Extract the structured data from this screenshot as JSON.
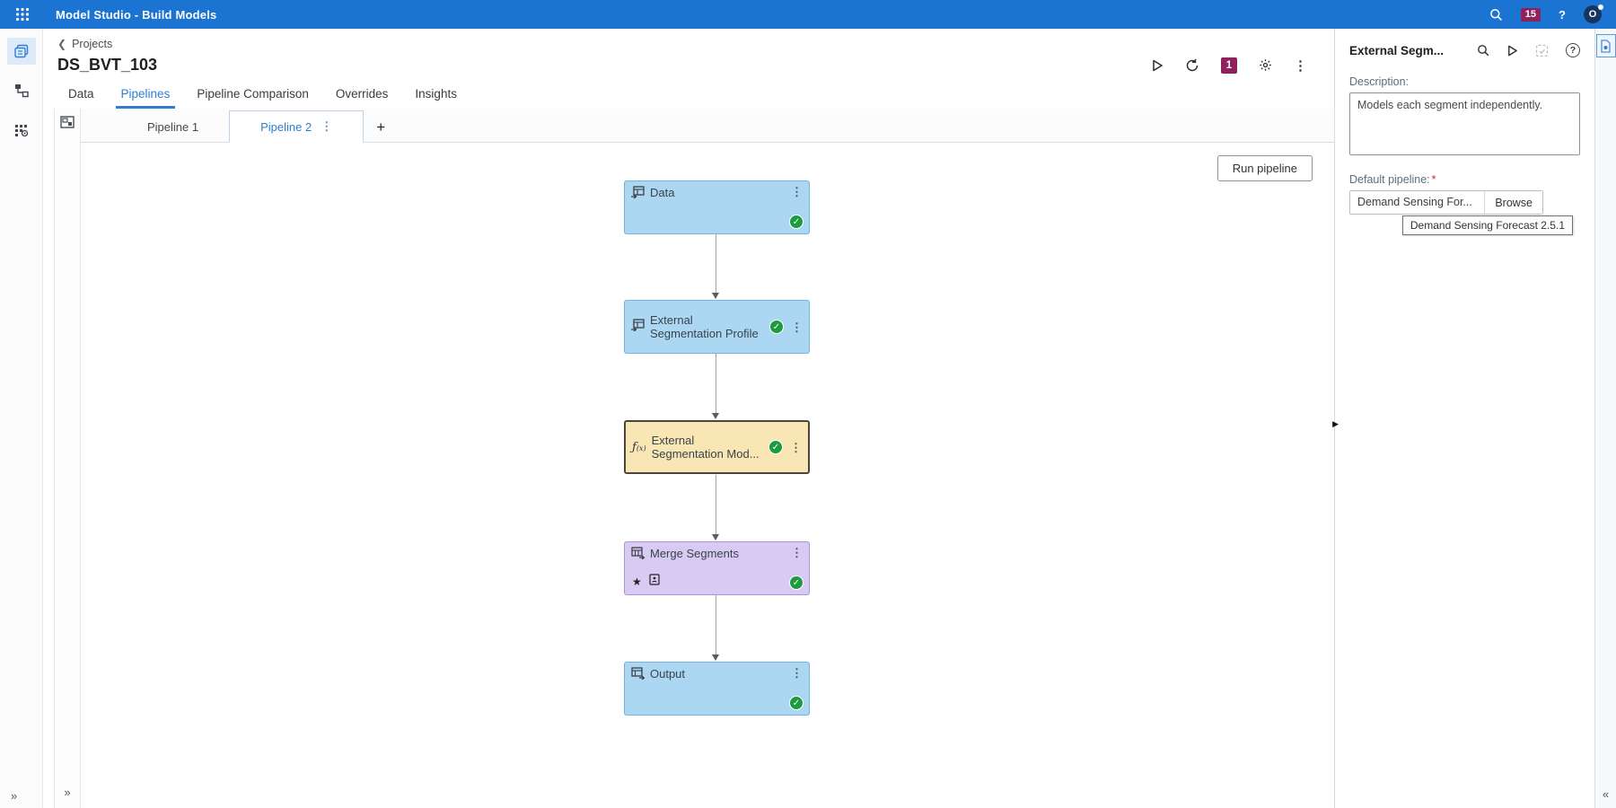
{
  "topbar": {
    "title": "Model Studio - Build Models",
    "notification_count": "15",
    "help_label": "?",
    "avatar_initial": "O"
  },
  "sidebar": {
    "expand_label": "»"
  },
  "header": {
    "breadcrumb_back": "Projects",
    "chevron": "‹",
    "project_title": "DS_BVT_103",
    "run_count_badge": "1"
  },
  "main_tabs": {
    "active": "Pipelines",
    "items": [
      {
        "label": "Data"
      },
      {
        "label": "Pipelines"
      },
      {
        "label": "Pipeline Comparison"
      },
      {
        "label": "Overrides"
      },
      {
        "label": "Insights"
      }
    ]
  },
  "pipeline_tabs": {
    "tab1": "Pipeline 1",
    "tab2": "Pipeline 2",
    "add_label": "+",
    "kebab": "⋮"
  },
  "canvas": {
    "run_button": "Run pipeline",
    "nodes": [
      {
        "label": "Data",
        "type": "data",
        "color": "blue",
        "status": "complete"
      },
      {
        "label": "External Segmentation Profile",
        "label_lines": {
          "0": "External",
          "1": "Segmentation Profile"
        },
        "type": "data",
        "color": "blue",
        "status": "complete"
      },
      {
        "label": "External Segmentation Mod...",
        "label_lines": {
          "0": "External",
          "1": "Segmentation Mod..."
        },
        "type": "model",
        "color": "yellow",
        "status": "complete",
        "selected": true
      },
      {
        "label": "Merge Segments",
        "type": "merge",
        "color": "purple",
        "status": "complete",
        "starred": true
      },
      {
        "label": "Output",
        "type": "output",
        "color": "blue",
        "status": "complete"
      }
    ],
    "check_glyph": "✓",
    "star_glyph": "★",
    "kebab_glyph": "⋮"
  },
  "properties_panel": {
    "title": "External Segm...",
    "description_label": "Description:",
    "description_value": "Models each segment independently.",
    "default_pipeline_label": "Default pipeline:",
    "required_marker": "*",
    "default_pipeline_value": "Demand Sensing For...",
    "browse_label": "Browse",
    "tooltip": "Demand Sensing Forecast 2.5.1",
    "help_glyph": "?"
  },
  "right_strip": {
    "collapse_label": "«"
  },
  "colors": {
    "topbar_blue": "#1c74d2",
    "badge_crimson": "#8f215d",
    "accent_blue": "#2f7ed1",
    "node_blue": "#abd7f3",
    "node_yellow": "#f8e7b4",
    "node_purple": "#d8caf3",
    "status_green": "#1e9b3f"
  }
}
